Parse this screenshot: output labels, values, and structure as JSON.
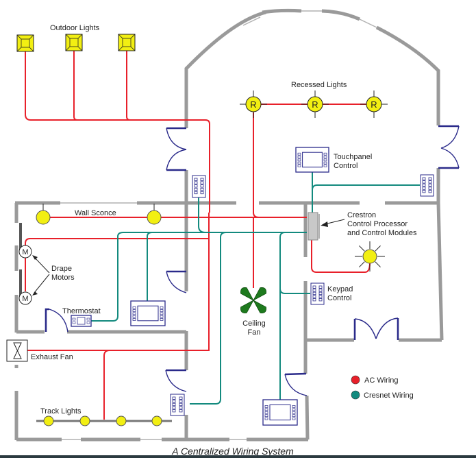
{
  "caption": "A Centralized Wiring System",
  "labels": {
    "outdoor_lights": "Outdoor Lights",
    "recessed_lights": "Recessed Lights",
    "recessed_symbol": "R",
    "touchpanel_line1": "Touchpanel",
    "touchpanel_line2": "Control",
    "crestron_line1": "Crestron",
    "crestron_line2": "Control Processor",
    "crestron_line3": "and Control Modules",
    "wall_sconce": "Wall Sconce",
    "drape_line1": "Drape",
    "drape_line2": "Motors",
    "motor_symbol": "M",
    "thermostat": "Thermostat",
    "ceiling_fan_line1": "Ceiling",
    "ceiling_fan_line2": "Fan",
    "keypad_line1": "Keypad",
    "keypad_line2": "Control",
    "exhaust_fan": "Exhaust Fan",
    "track_lights": "Track Lights"
  },
  "legend": [
    {
      "label": "AC Wiring",
      "color": "#e8202a"
    },
    {
      "label": "Cresnet Wiring",
      "color": "#138a7e"
    }
  ],
  "colors": {
    "ac_wiring": "#e8202a",
    "cresnet_wiring": "#138a7e",
    "light_fill": "#f2ef12",
    "fan_fill": "#1e7a1e",
    "wall": "#9a9a9a",
    "device_outline": "#2a2a8a"
  }
}
